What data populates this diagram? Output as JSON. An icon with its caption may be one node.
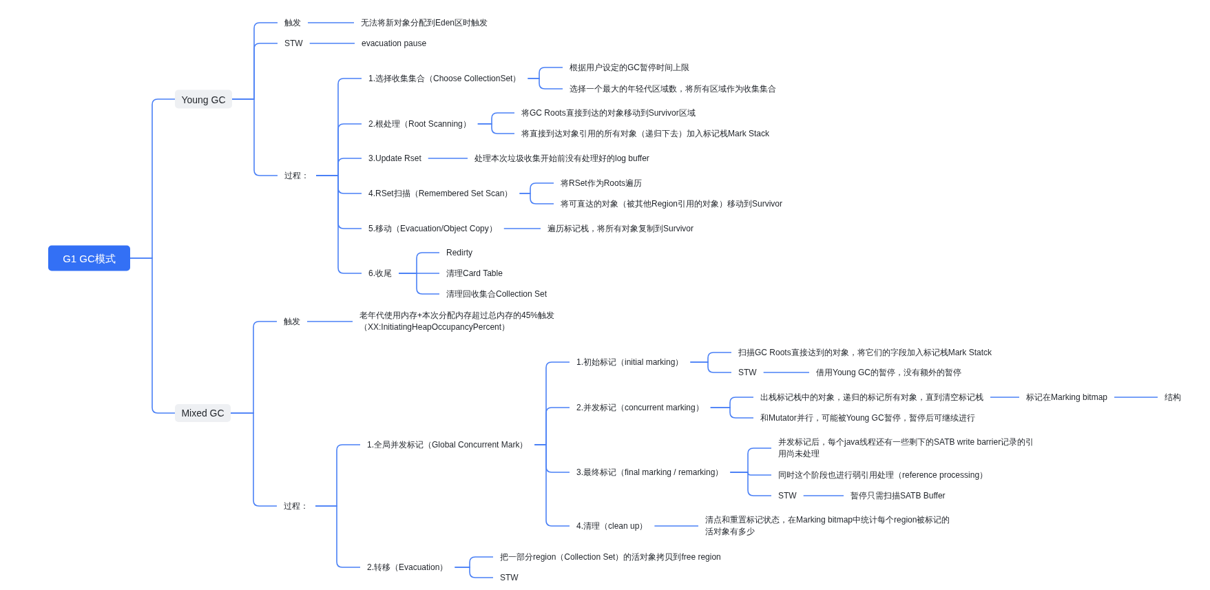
{
  "diagram": {
    "nodes": [
      {
        "text": [
          "G1 GC模式"
        ]
      },
      {
        "text": [
          "Young GC"
        ]
      },
      {
        "text": [
          "触发"
        ]
      },
      {
        "text": [
          "无法将新对象分配到Eden区时触发"
        ]
      },
      {
        "text": [
          "STW"
        ]
      },
      {
        "text": [
          "evacuation pause"
        ]
      },
      {
        "text": [
          "过程："
        ]
      },
      {
        "text": [
          "1.选择收集集合（Choose CollectionSet）"
        ]
      },
      {
        "text": [
          "根据用户设定的GC暂停时间上限"
        ]
      },
      {
        "text": [
          "选择一个最大的年轻代区域数，将所有区域作为收集集合"
        ]
      },
      {
        "text": [
          "2.根处理（Root Scanning）"
        ]
      },
      {
        "text": [
          "将GC Roots直接到达的对象移动到Survivor区域"
        ]
      },
      {
        "text": [
          "将直接到达对象引用的所有对象（递归下去）加入标记栈Mark Stack"
        ]
      },
      {
        "text": [
          "3.Update Rset"
        ]
      },
      {
        "text": [
          "处理本次垃圾收集开始前没有处理好的log buffer"
        ]
      },
      {
        "text": [
          "4.RSet扫描（Remembered Set Scan）"
        ]
      },
      {
        "text": [
          "将RSet作为Roots遍历"
        ]
      },
      {
        "text": [
          "将可直达的对象（被其他Region引用的对象）移动到Survivor"
        ]
      },
      {
        "text": [
          "5.移动（Evacuation/Object Copy）"
        ]
      },
      {
        "text": [
          "遍历标记栈，将所有对象复制到Survivor"
        ]
      },
      {
        "text": [
          "6.收尾"
        ]
      },
      {
        "text": [
          "Redirty"
        ]
      },
      {
        "text": [
          "清理Card Table"
        ]
      },
      {
        "text": [
          "清理回收集合Collection Set"
        ]
      },
      {
        "text": [
          "Mixed GC"
        ]
      },
      {
        "text": [
          "触发"
        ]
      },
      {
        "text": [
          "老年代使用内存+本次分配内存超过总内存的45%触发（XX:InitiatingHeapOccupancyPercent）"
        ]
      },
      {
        "text": [
          "过程："
        ]
      },
      {
        "text": [
          "1.全局并发标记（Global Concurrent Mark）"
        ]
      },
      {
        "text": [
          "1.初始标记（initial marking）"
        ]
      },
      {
        "text": [
          "扫描GC Roots直接达到的对象，将它们的字段加入标记栈Mark Statck"
        ]
      },
      {
        "text": [
          "STW"
        ]
      },
      {
        "text": [
          "借用Young GC的暂停，没有额外的暂停"
        ]
      },
      {
        "text": [
          "2.并发标记（concurrent marking）"
        ]
      },
      {
        "text": [
          "出栈标记栈中的对象，递归的标记所有对象，直到清空标记栈"
        ]
      },
      {
        "text": [
          "标记在Marking bitmap"
        ]
      },
      {
        "text": [
          "结构"
        ]
      },
      {
        "text": [
          "和Mutator并行，可能被Young GC暂停，暂停后可继续进行"
        ]
      },
      {
        "text": [
          "3.最终标记（final marking / remarking）"
        ]
      },
      {
        "text": [
          "并发标记后，每个java线程还有一些剩下的SATB write barrier记录的引用尚未处理"
        ]
      },
      {
        "text": [
          "同时这个阶段也进行弱引用处理（reference processing）"
        ]
      },
      {
        "text": [
          "STW"
        ]
      },
      {
        "text": [
          "暂停只需扫描SATB Buffer"
        ]
      },
      {
        "text": [
          "4.清理（clean up）"
        ]
      },
      {
        "text": [
          "清点和重置标记状态，在Marking bitmap中统计每个region被标记的活对象有多少"
        ]
      },
      {
        "text": [
          "2.转移（Evacuation）"
        ]
      },
      {
        "text": [
          "把一部分region（Collection Set）的活对象拷贝到free region"
        ]
      },
      {
        "text": [
          "STW"
        ]
      }
    ],
    "edges": [
      {
        "from": 0,
        "to": 1,
        "arrow": "none"
      },
      {
        "from": 0,
        "to": 24,
        "arrow": "none"
      },
      {
        "from": 1,
        "to": 2,
        "arrow": "none"
      },
      {
        "from": 1,
        "to": 4,
        "arrow": "none"
      },
      {
        "from": 1,
        "to": 6,
        "arrow": "none"
      },
      {
        "from": 2,
        "to": 3,
        "arrow": "none"
      },
      {
        "from": 4,
        "to": 5,
        "arrow": "none"
      },
      {
        "from": 6,
        "to": 7,
        "arrow": "none"
      },
      {
        "from": 6,
        "to": 10,
        "arrow": "none"
      },
      {
        "from": 6,
        "to": 13,
        "arrow": "none"
      },
      {
        "from": 6,
        "to": 15,
        "arrow": "none"
      },
      {
        "from": 6,
        "to": 18,
        "arrow": "none"
      },
      {
        "from": 6,
        "to": 20,
        "arrow": "none"
      },
      {
        "from": 7,
        "to": 8,
        "arrow": "none"
      },
      {
        "from": 7,
        "to": 9,
        "arrow": "none"
      },
      {
        "from": 10,
        "to": 11,
        "arrow": "none"
      },
      {
        "from": 10,
        "to": 12,
        "arrow": "none"
      },
      {
        "from": 13,
        "to": 14,
        "arrow": "none"
      },
      {
        "from": 15,
        "to": 16,
        "arrow": "none"
      },
      {
        "from": 15,
        "to": 17,
        "arrow": "none"
      },
      {
        "from": 18,
        "to": 19,
        "arrow": "none"
      },
      {
        "from": 20,
        "to": 21,
        "arrow": "none"
      },
      {
        "from": 20,
        "to": 22,
        "arrow": "none"
      },
      {
        "from": 20,
        "to": 23,
        "arrow": "none"
      },
      {
        "from": 24,
        "to": 25,
        "arrow": "none"
      },
      {
        "from": 24,
        "to": 27,
        "arrow": "none"
      },
      {
        "from": 25,
        "to": 26,
        "arrow": "none"
      },
      {
        "from": 27,
        "to": 28,
        "arrow": "none"
      },
      {
        "from": 27,
        "to": 45,
        "arrow": "none"
      },
      {
        "from": 28,
        "to": 29,
        "arrow": "none"
      },
      {
        "from": 28,
        "to": 33,
        "arrow": "none"
      },
      {
        "from": 28,
        "to": 38,
        "arrow": "none"
      },
      {
        "from": 28,
        "to": 43,
        "arrow": "none"
      },
      {
        "from": 29,
        "to": 30,
        "arrow": "none"
      },
      {
        "from": 29,
        "to": 31,
        "arrow": "none"
      },
      {
        "from": 31,
        "to": 32,
        "arrow": "none"
      },
      {
        "from": 33,
        "to": 34,
        "arrow": "none"
      },
      {
        "from": 33,
        "to": 37,
        "arrow": "none"
      },
      {
        "from": 34,
        "to": 35,
        "arrow": "none"
      },
      {
        "from": 35,
        "to": 36,
        "arrow": "none"
      },
      {
        "from": 38,
        "to": 39,
        "arrow": "none"
      },
      {
        "from": 38,
        "to": 40,
        "arrow": "none"
      },
      {
        "from": 38,
        "to": 41,
        "arrow": "none"
      },
      {
        "from": 41,
        "to": 42,
        "arrow": "none"
      },
      {
        "from": 43,
        "to": 44,
        "arrow": "none"
      },
      {
        "from": 45,
        "to": 46,
        "arrow": "none"
      },
      {
        "from": 45,
        "to": 47,
        "arrow": "none"
      }
    ]
  }
}
